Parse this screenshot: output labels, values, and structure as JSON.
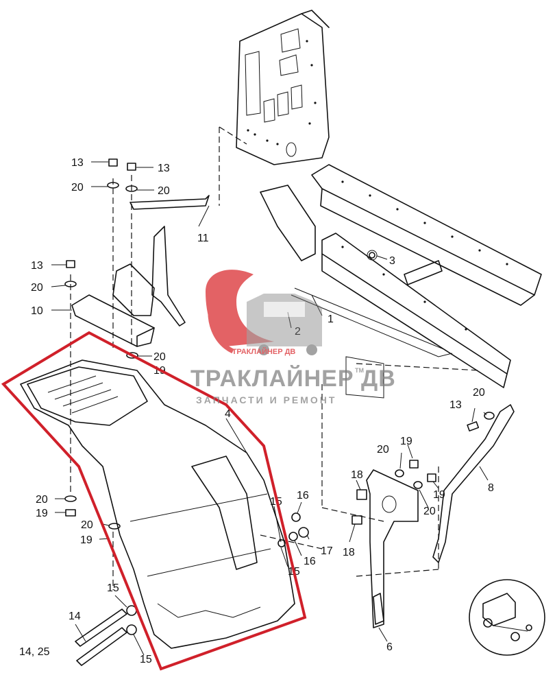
{
  "callouts": {
    "c1": "1",
    "c2": "2",
    "c3": "3",
    "c4": "4",
    "c6": "6",
    "c8": "8",
    "c10": "10",
    "c11": "11",
    "c13a": "13",
    "c13b": "13",
    "c13c": "13",
    "c13d": "13",
    "c14": "14",
    "c14_25": "14, 25",
    "c15a": "15",
    "c15b": "15",
    "c15c": "15",
    "c15d": "15",
    "c16a": "16",
    "c16b": "16",
    "c17": "17",
    "c18a": "18",
    "c18b": "18",
    "c19a": "19",
    "c19b": "19",
    "c19c": "19",
    "c19d": "19",
    "c19e": "19",
    "c20a": "20",
    "c20b": "20",
    "c20c": "20",
    "c20d": "20",
    "c20e": "20",
    "c20f": "20",
    "c20g": "20",
    "c20h": "20",
    "c20i": "20"
  },
  "watermark": {
    "brand": "ТРАКЛАЙНЕР ДВ",
    "tm": "TM",
    "tagline": "ЗАПЧАСТИ И РЕМОНТ",
    "logo_caption": "ТРАКЛАЙНЕР ДВ",
    "red_color": "#d9262b",
    "gray_color": "#7f7f7f"
  },
  "highlight": {
    "color": "#d0202a"
  }
}
